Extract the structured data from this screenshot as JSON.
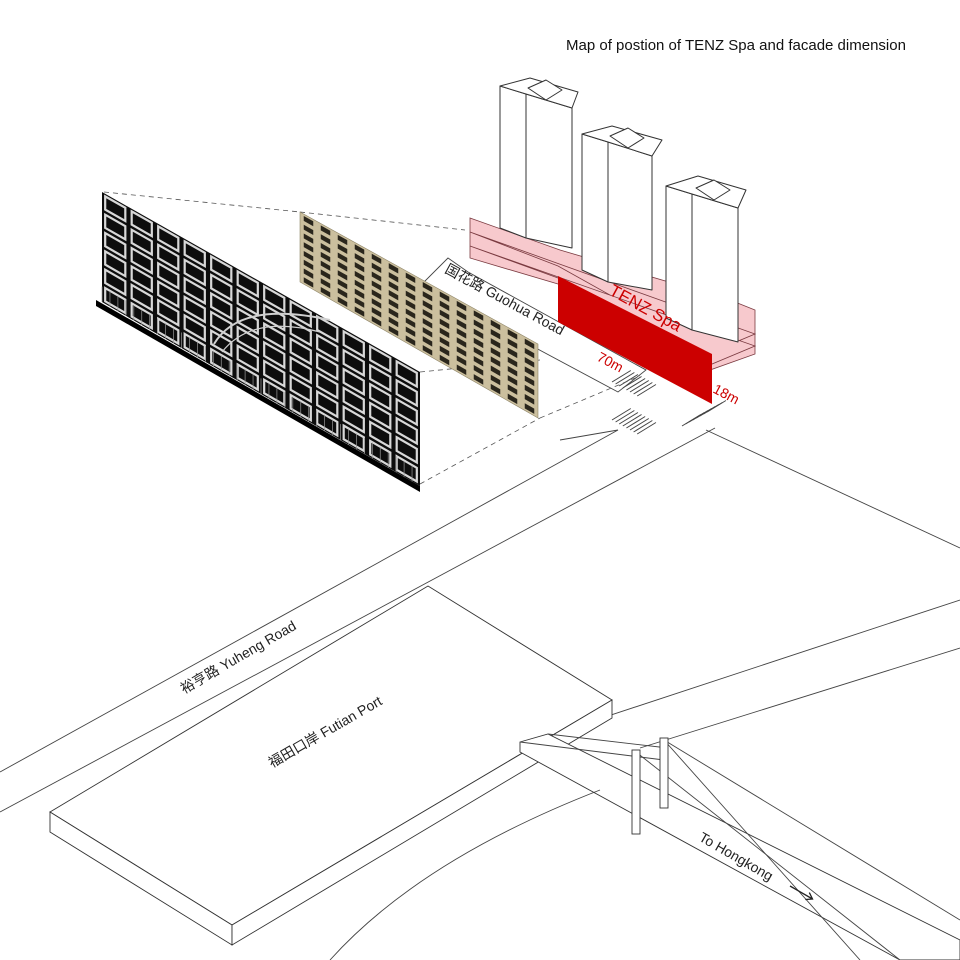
{
  "title": "Map of postion of TENZ Spa and facade dimension",
  "labels": {
    "guohua_road": "国花路  Guohua Road",
    "yuheng_road": "裕亨路   Yuheng Road",
    "futian_port": "福田口岸   Futian Port",
    "to_hongkong": "To Hongkong",
    "spa_name": "TENZ Spa",
    "length_dim": "70m",
    "height_dim": "18m"
  },
  "colors": {
    "spa_red": "#cc0000",
    "podium_pink": "#f7c9cd",
    "facade_gold": "#cbbf9e",
    "facade_black": "#0d0d0d",
    "dimension_red": "#cc0000"
  },
  "icons": {
    "arrow": "arrow-right-icon"
  }
}
